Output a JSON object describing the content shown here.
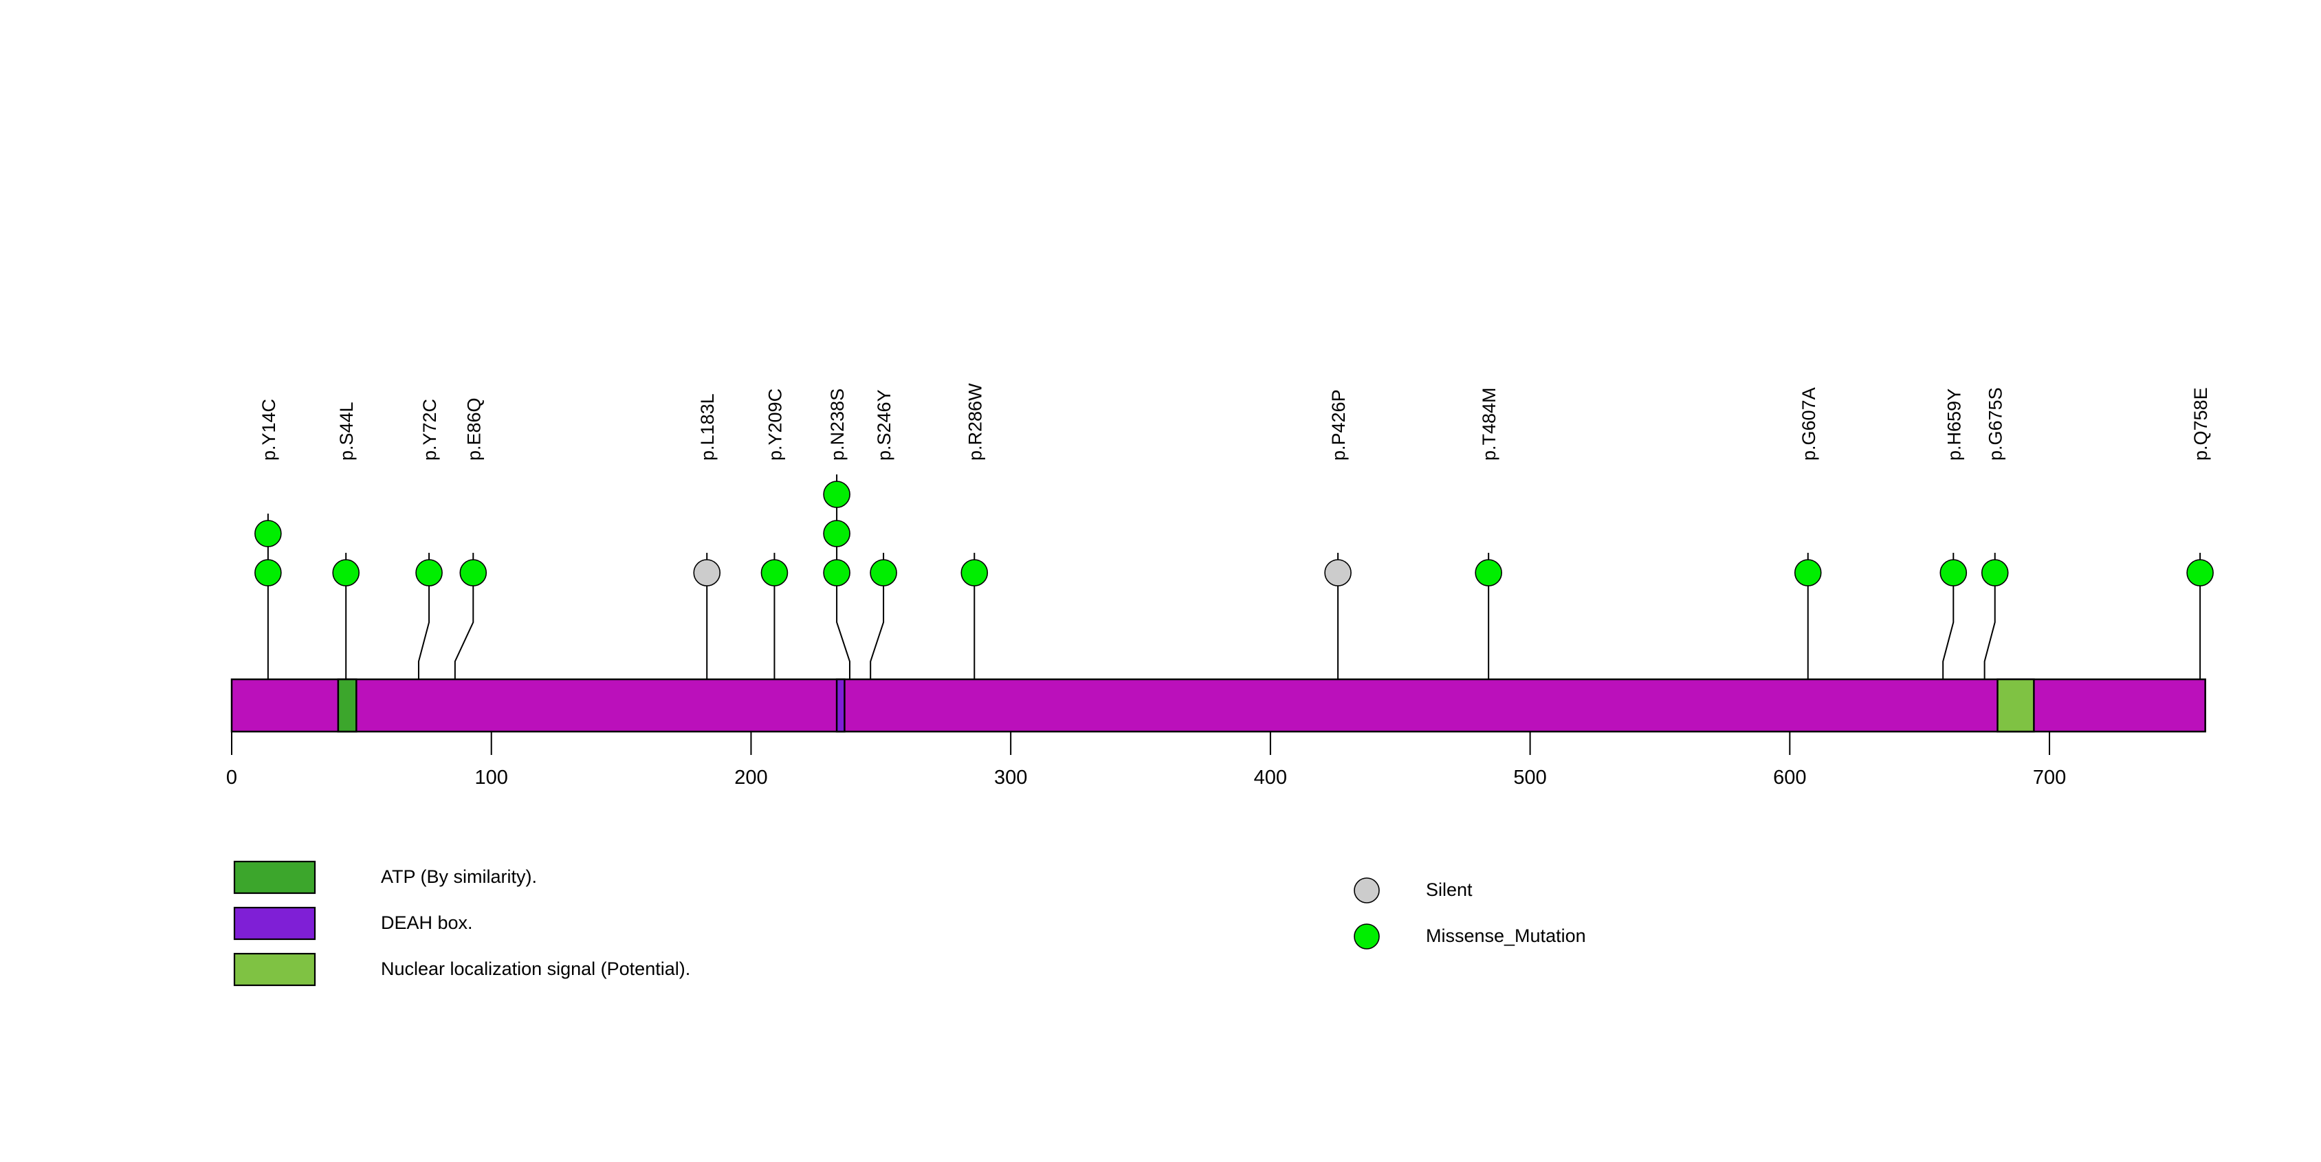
{
  "chart_data": {
    "type": "lollipop",
    "title": "",
    "xlabel": "",
    "ylabel": "",
    "xlim": [
      0,
      760
    ],
    "protein_length": 760,
    "axis_ticks": [
      {
        "value": 0,
        "label": "0"
      },
      {
        "value": 100,
        "label": "100"
      },
      {
        "value": 200,
        "label": "200"
      },
      {
        "value": 300,
        "label": "300"
      },
      {
        "value": 400,
        "label": "400"
      },
      {
        "value": 500,
        "label": "500"
      },
      {
        "value": 600,
        "label": "600"
      },
      {
        "value": 700,
        "label": "700"
      }
    ],
    "backbone": {
      "color": "#BB10BB",
      "start": 0,
      "end": 760
    },
    "mutations": [
      {
        "label": "p.Y14C",
        "position": 14,
        "count": 2,
        "type": "Missense_Mutation",
        "color": "#00EE00",
        "label_x": 14,
        "kinked": false
      },
      {
        "label": "p.S44L",
        "position": 44,
        "count": 1,
        "type": "Missense_Mutation",
        "color": "#00EE00",
        "label_x": 44,
        "kinked": false
      },
      {
        "label": "p.Y72C",
        "position": 72,
        "count": 1,
        "type": "Missense_Mutation",
        "color": "#00EE00",
        "label_x": 76,
        "kinked": true
      },
      {
        "label": "p.E86Q",
        "position": 86,
        "count": 1,
        "type": "Missense_Mutation",
        "color": "#00EE00",
        "label_x": 93,
        "kinked": true
      },
      {
        "label": "p.L183L",
        "position": 183,
        "count": 1,
        "type": "Silent",
        "color": "#CCCCCC",
        "label_x": 183,
        "kinked": false
      },
      {
        "label": "p.Y209C",
        "position": 209,
        "count": 1,
        "type": "Missense_Mutation",
        "color": "#00EE00",
        "label_x": 209,
        "kinked": false
      },
      {
        "label": "p.N238S",
        "position": 238,
        "count": 3,
        "type": "Missense_Mutation",
        "color": "#00EE00",
        "label_x": 233,
        "kinked": true
      },
      {
        "label": "p.S246Y",
        "position": 246,
        "count": 1,
        "type": "Missense_Mutation",
        "color": "#00EE00",
        "label_x": 251,
        "kinked": true
      },
      {
        "label": "p.R286W",
        "position": 286,
        "count": 1,
        "type": "Missense_Mutation",
        "color": "#00EE00",
        "label_x": 286,
        "kinked": false
      },
      {
        "label": "p.P426P",
        "position": 426,
        "count": 1,
        "type": "Silent",
        "color": "#CCCCCC",
        "label_x": 426,
        "kinked": false
      },
      {
        "label": "p.T484M",
        "position": 484,
        "count": 1,
        "type": "Missense_Mutation",
        "color": "#00EE00",
        "label_x": 484,
        "kinked": false
      },
      {
        "label": "p.G607A",
        "position": 607,
        "count": 1,
        "type": "Missense_Mutation",
        "color": "#00EE00",
        "label_x": 607,
        "kinked": false
      },
      {
        "label": "p.H659Y",
        "position": 659,
        "count": 1,
        "type": "Missense_Mutation",
        "color": "#00EE00",
        "label_x": 663,
        "kinked": true
      },
      {
        "label": "p.G675S",
        "position": 675,
        "count": 1,
        "type": "Missense_Mutation",
        "color": "#00EE00",
        "label_x": 679,
        "kinked": true
      },
      {
        "label": "p.Q758E",
        "position": 758,
        "count": 1,
        "type": "Missense_Mutation",
        "color": "#00EE00",
        "label_x": 758,
        "kinked": false
      }
    ],
    "domains": [
      {
        "name": "ATP (By similarity).",
        "start": 41,
        "end": 48,
        "color": "#3CA62C"
      },
      {
        "name": "DEAH box.",
        "start": 233,
        "end": 236,
        "color": "#7F1FD6"
      },
      {
        "name": "Nuclear localization signal (Potential).",
        "start": 680,
        "end": 694,
        "color": "#7FC243"
      }
    ]
  },
  "legend_domains": {
    "title": "",
    "items": [
      {
        "label": "ATP (By similarity).",
        "color": "#3CA62C"
      },
      {
        "label": "DEAH box.",
        "color": "#7F1FD6"
      },
      {
        "label": "Nuclear localization signal (Potential).",
        "color": "#7FC243"
      }
    ]
  },
  "legend_mutations": {
    "title": "",
    "items": [
      {
        "label": "Silent",
        "color": "#CCCCCC"
      },
      {
        "label": "Missense_Mutation",
        "color": "#00EE00"
      }
    ]
  },
  "colors": {
    "backbone": "#BB10BB",
    "missense": "#00EE00",
    "silent": "#CCCCCC",
    "atp": "#3CA62C",
    "deah": "#7F1FD6",
    "nls": "#7FC243",
    "outline": "#000000",
    "background": "#ffffff"
  }
}
